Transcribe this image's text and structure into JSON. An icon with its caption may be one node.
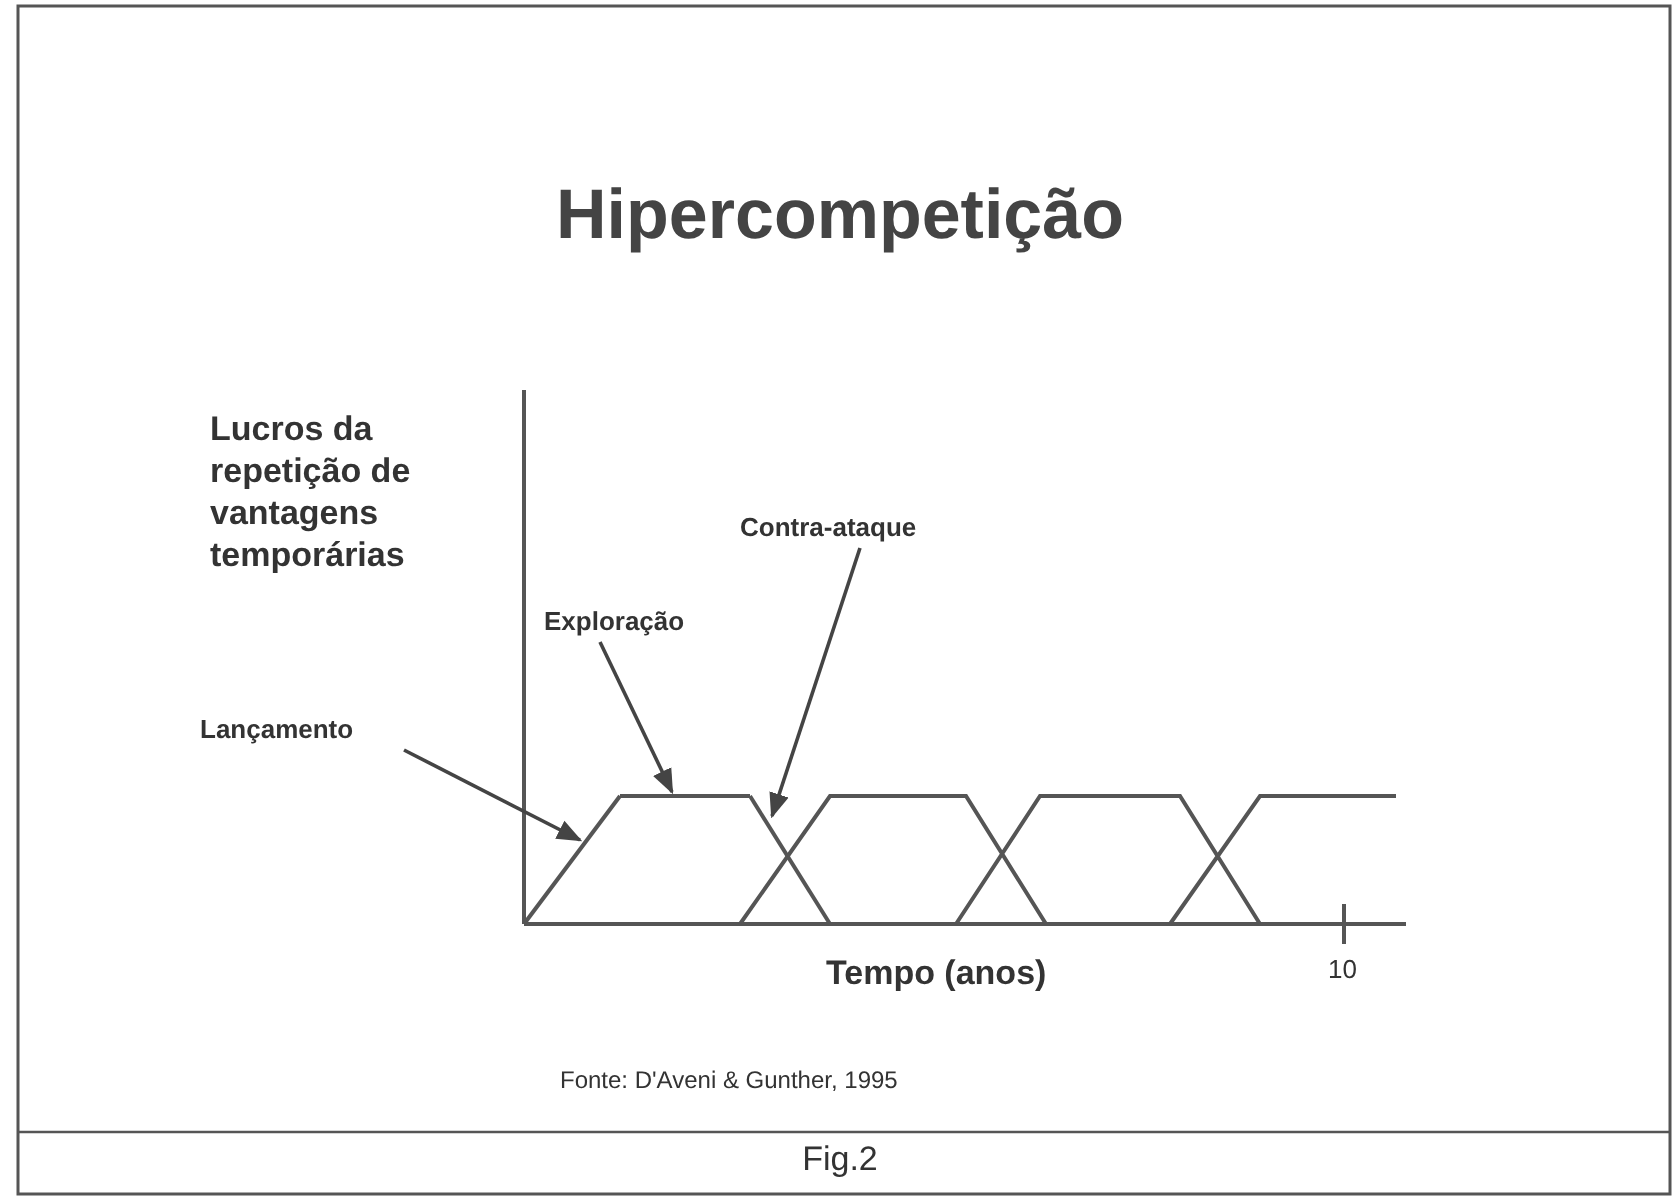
{
  "diagram": {
    "title": "Hipercompetição",
    "caption": "Fig.2",
    "nodes": [
      {
        "text": [
          "Lançamento"
        ]
      },
      {
        "text": [
          "Exploração"
        ]
      },
      {
        "text": [
          "Contra-ataque"
        ]
      },
      {
        "text": [],
        "shape": "line"
      },
      {
        "text": [],
        "shape": "line"
      },
      {
        "text": [],
        "shape": "line"
      }
    ],
    "edges": [
      {
        "from": 0,
        "to": 3,
        "arrow": "to"
      },
      {
        "from": 1,
        "to": 4,
        "arrow": "to"
      },
      {
        "from": 2,
        "to": 5,
        "arrow": "to"
      }
    ],
    "labels": [
      "Lucros da repetição de vantagens temporárias",
      "Tempo (anos)",
      "10",
      "Fonte: D'Aveni & Gunther, 1995"
    ]
  }
}
